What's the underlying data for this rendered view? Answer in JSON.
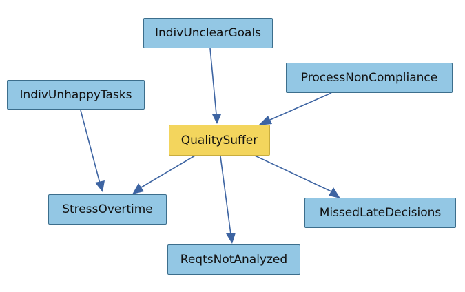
{
  "colors": {
    "node_fill": "#93c7e4",
    "center_fill": "#f3d55d",
    "center_border": "#c9ad3e",
    "edge": "#3d64a2"
  },
  "nodes": {
    "indiv_unclear_goals": {
      "label": "IndivUnclearGoals"
    },
    "indiv_unhappy_tasks": {
      "label": "IndivUnhappyTasks"
    },
    "process_non_compliance": {
      "label": "ProcessNonCompliance"
    },
    "quality_suffer": {
      "label": "QualitySuffer"
    },
    "stress_overtime": {
      "label": "StressOvertime"
    },
    "missed_late_decisions": {
      "label": "MissedLateDecisions"
    },
    "reqts_not_analyzed": {
      "label": "ReqtsNotAnalyzed"
    }
  },
  "edges": [
    {
      "from": "IndivUnclearGoals",
      "to": "QualitySuffer"
    },
    {
      "from": "ProcessNonCompliance",
      "to": "QualitySuffer"
    },
    {
      "from": "IndivUnhappyTasks",
      "to": "StressOvertime"
    },
    {
      "from": "QualitySuffer",
      "to": "StressOvertime"
    },
    {
      "from": "QualitySuffer",
      "to": "ReqtsNotAnalyzed"
    },
    {
      "from": "QualitySuffer",
      "to": "MissedLateDecisions"
    }
  ]
}
